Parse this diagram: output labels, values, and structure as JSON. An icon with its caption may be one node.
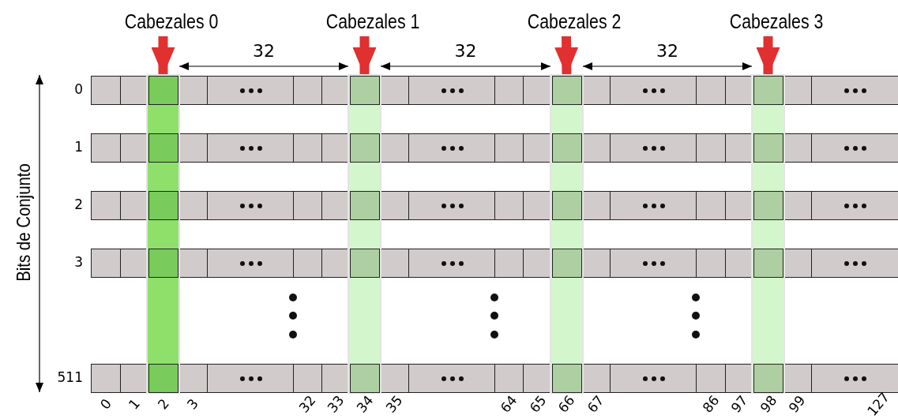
{
  "diagram": {
    "nodes": [
      {
        "text": [
          "Cabezales 0"
        ]
      },
      {
        "text": [
          "Cabezales 1"
        ]
      },
      {
        "text": [
          "Cabezales 2"
        ]
      },
      {
        "text": [
          "Cabezales 3"
        ]
      },
      {
        "text": [],
        "shape": "bar"
      },
      {
        "text": [],
        "shape": "bar"
      },
      {
        "text": [],
        "shape": "bar"
      },
      {
        "text": [],
        "shape": "bar"
      }
    ],
    "edges": [
      {
        "from": 0,
        "to": 4,
        "arrow": "to"
      },
      {
        "from": 4,
        "to": 5,
        "arrow": "both",
        "label": "32",
        "color": "#000000"
      },
      {
        "from": 1,
        "to": 5,
        "arrow": "to"
      },
      {
        "from": 5,
        "to": 6,
        "arrow": "both",
        "label": "32",
        "color": "#000000"
      },
      {
        "from": 2,
        "to": 6,
        "arrow": "to"
      },
      {
        "from": 6,
        "to": 7,
        "arrow": "both",
        "label": "32",
        "color": "#000000"
      },
      {
        "from": 3,
        "to": 7,
        "arrow": "to"
      }
    ],
    "labels": [
      "Bits de Conjunto",
      "0",
      "1",
      "2",
      "3",
      "511",
      "0",
      "1",
      "2",
      "3",
      "32",
      "33",
      "34",
      "35",
      "64",
      "65",
      "66",
      "67",
      "86",
      "97",
      "98",
      "99",
      "127"
    ]
  }
}
